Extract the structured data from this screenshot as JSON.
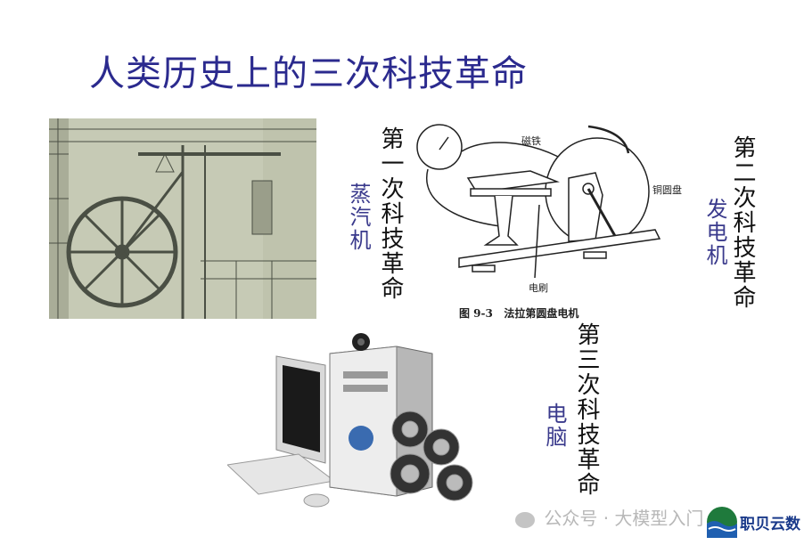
{
  "title": "人类历史上的三次科技革命",
  "revolutions": [
    {
      "label": "第一次科技革命",
      "invention": "蒸汽机"
    },
    {
      "label": "第二次科技革命",
      "invention": "发电机"
    },
    {
      "label": "第三次科技革命",
      "invention": "电脑"
    }
  ],
  "faraday_diagram": {
    "magnet_label": "磁铁",
    "disc_label": "铜圆盘",
    "brush_label": "电刷",
    "caption": "图 9-3   法拉第圆盘电机"
  },
  "watermark": "公众号 · 大模型入门",
  "logo_text": "职贝云数"
}
